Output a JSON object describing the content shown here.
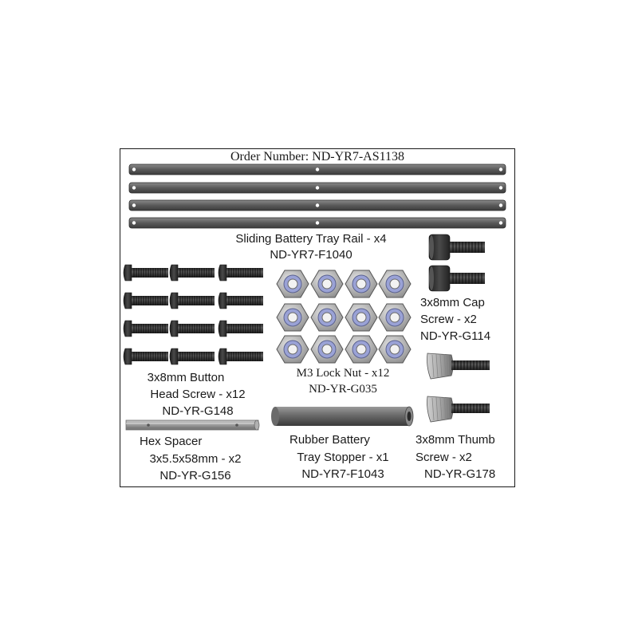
{
  "order_number": "Order Number: ND-YR7-AS1138",
  "parts": {
    "rail": {
      "name": "Sliding Battery Tray Rail - x4",
      "code": "ND-YR7-F1040",
      "icon": "flat-rail-bar-icon",
      "quantity": 4
    },
    "cap_screw": {
      "name_line1": "3x8mm Cap",
      "name_line2": "Screw - x2",
      "code": "ND-YR-G114",
      "icon": "cap-screw-icon",
      "quantity": 2
    },
    "button_screw": {
      "name_line1": "3x8mm Button",
      "name_line2": "Head Screw - x12",
      "code": "ND-YR-G148",
      "icon": "button-head-screw-icon",
      "quantity": 12
    },
    "lock_nut": {
      "name": "M3 Lock Nut - x12",
      "code": "ND-YR-G035",
      "icon": "hex-lock-nut-icon",
      "quantity": 12
    },
    "hex_spacer": {
      "name_line1": "Hex Spacer",
      "name_line2": "3x5.5x58mm - x2",
      "code": "ND-YR-G156",
      "icon": "hex-spacer-icon"
    },
    "stopper": {
      "name_line1": "Rubber Battery",
      "name_line2": "Tray Stopper - x1",
      "code": "ND-YR7-F1043",
      "icon": "rubber-tube-stopper-icon",
      "quantity": 1
    },
    "thumb_screw": {
      "name_line1": "3x8mm Thumb",
      "name_line2": "Screw - x2",
      "code": "ND-YR-G178",
      "icon": "thumb-screw-icon",
      "quantity": 2
    }
  },
  "colors": {
    "border": "#1a1a1a",
    "text": "#1a1a1a",
    "metal_dark": "#3a3a3a",
    "metal_mid": "#6b6b6b",
    "metal_light": "#c8c8c8",
    "nut_blue": "#9aa2d6"
  }
}
